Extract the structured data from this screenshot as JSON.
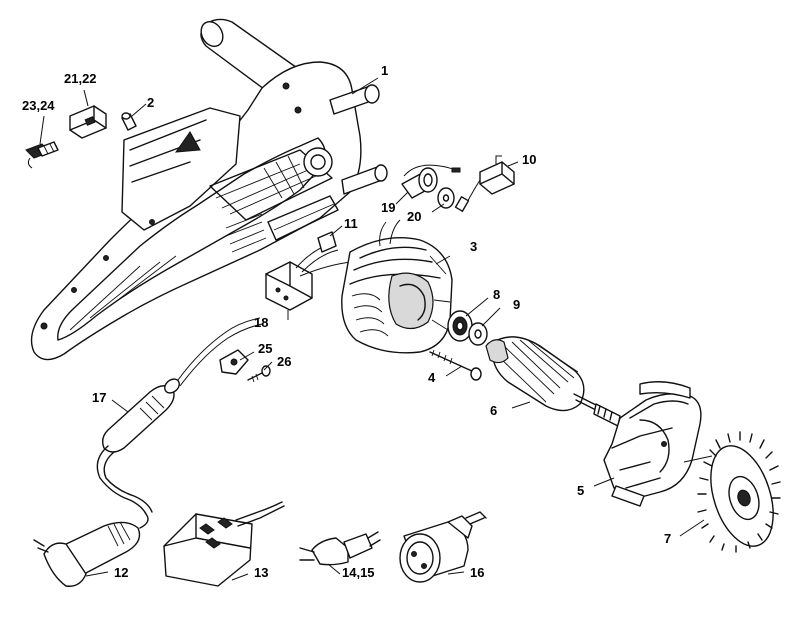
{
  "callouts": {
    "c1": "1",
    "c2": "2",
    "c3": "3",
    "c4": "4",
    "c5": "5",
    "c6": "6",
    "c7": "7",
    "c8": "8",
    "c9": "9",
    "c10": "10",
    "c11": "11",
    "c12": "12",
    "c13": "13",
    "c14_15": "14,15",
    "c16": "16",
    "c17": "17",
    "c18": "18",
    "c19": "19",
    "c20": "20",
    "c21_22": "21,22",
    "c23_24": "23,24",
    "c25": "25",
    "c26": "26"
  }
}
